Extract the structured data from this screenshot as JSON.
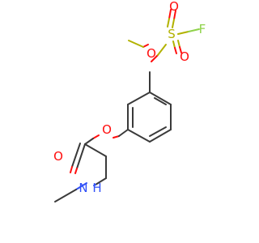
{
  "molecule": {
    "atoms": {
      "o_top": {
        "label": "O",
        "color": "#ff0d0d"
      },
      "s": {
        "label": "S",
        "color": "#b2b200"
      },
      "f": {
        "label": "F",
        "color": "#8fd24a"
      },
      "o_right": {
        "label": "O",
        "color": "#ff0d0d"
      },
      "o_ring": {
        "label": "O",
        "color": "#ff0d0d"
      },
      "o_ether": {
        "label": "O",
        "color": "#ff0d0d"
      },
      "o_carbonyl": {
        "label": "O",
        "color": "#ff0d0d"
      },
      "n": {
        "label": "N",
        "color": "#3050f8"
      },
      "h": {
        "label": "H",
        "color": "#3050f8"
      }
    }
  }
}
